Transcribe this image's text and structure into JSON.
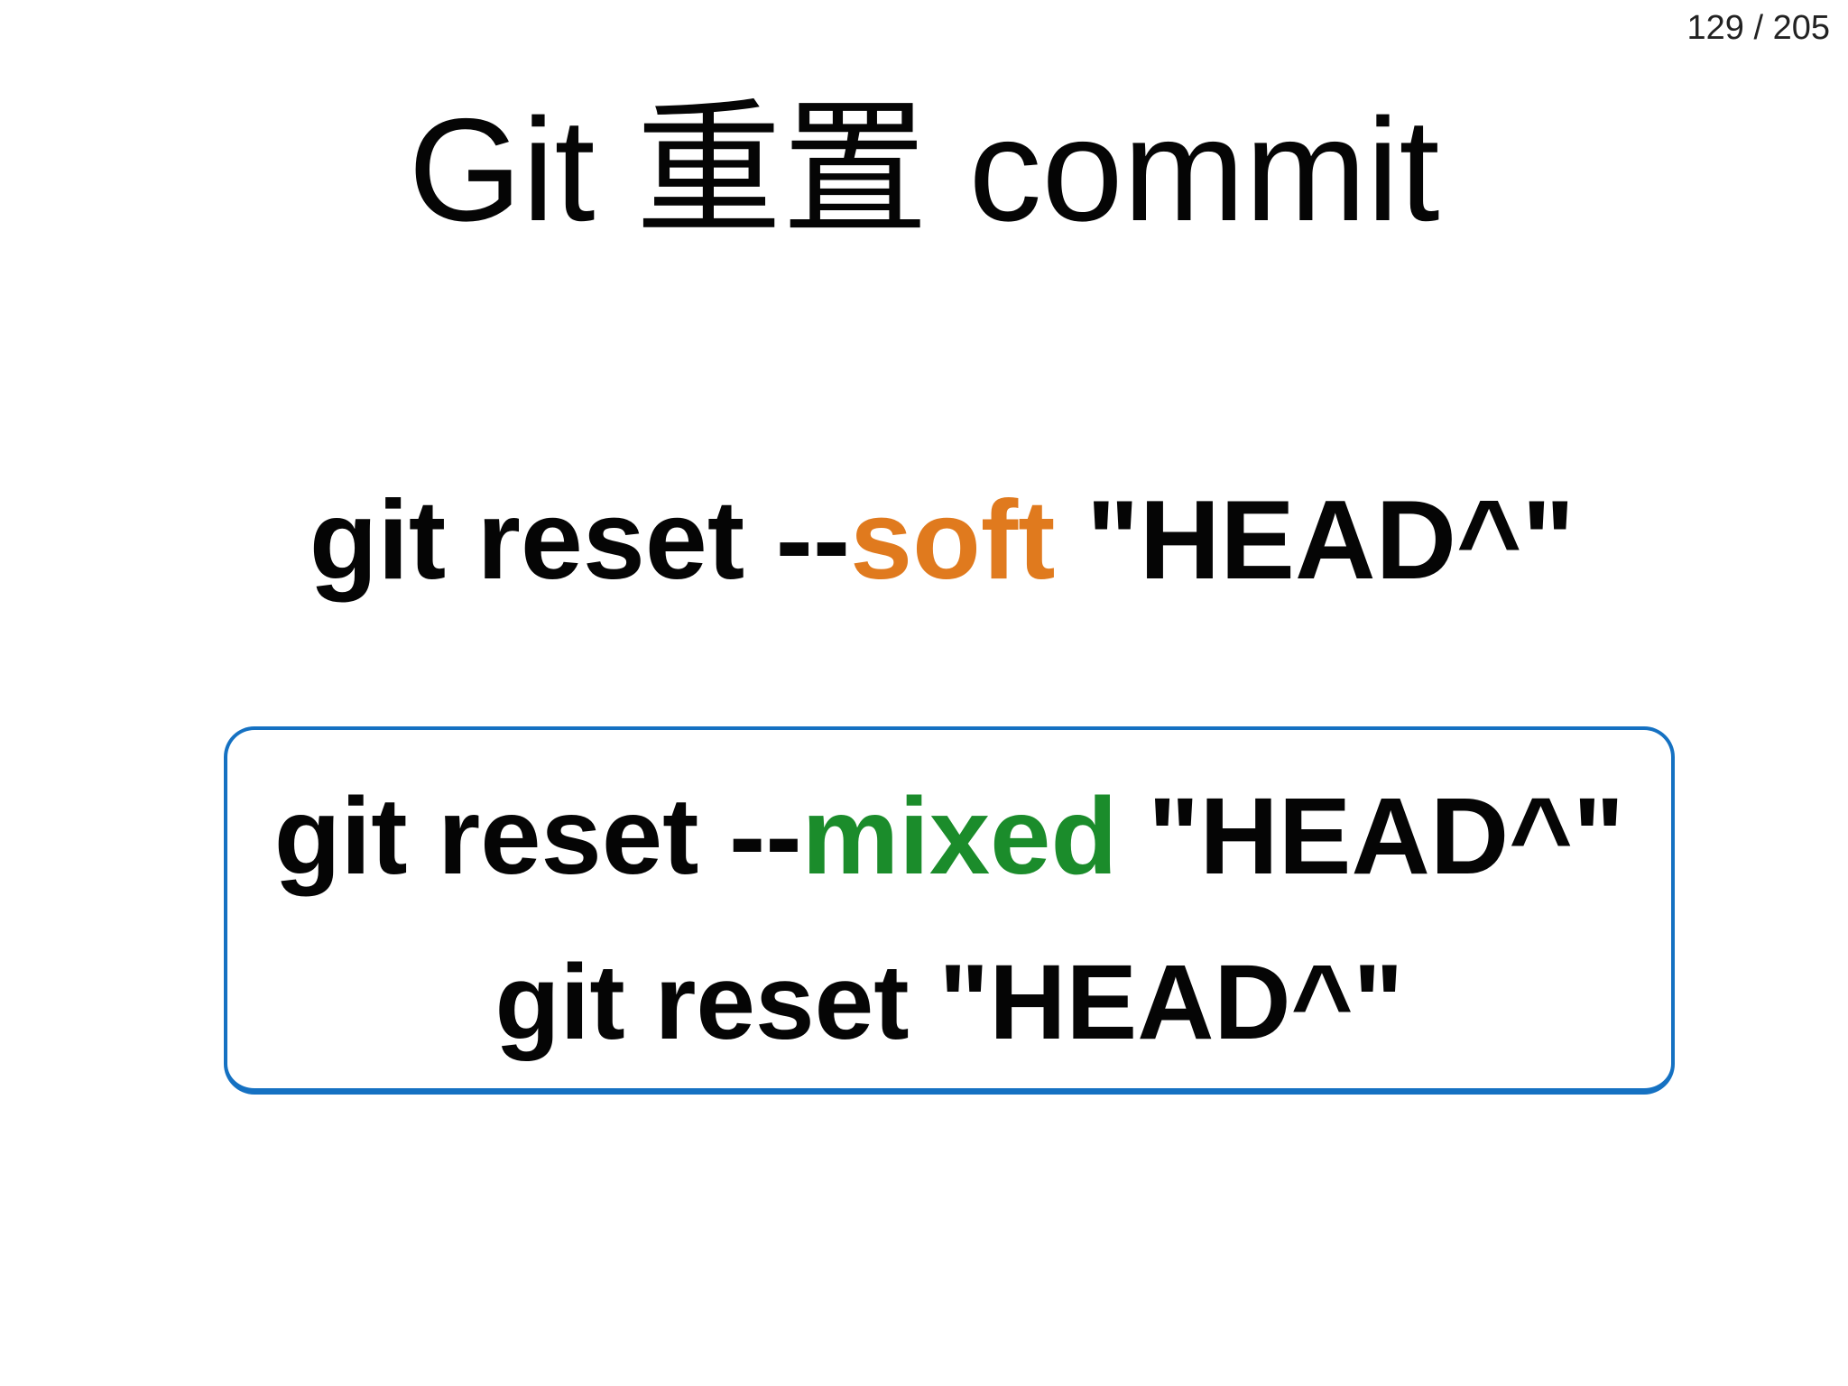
{
  "page_indicator": "129 / 205",
  "title": "Git 重置 commit",
  "commands": {
    "soft": {
      "prefix": "git reset --",
      "flag": "soft",
      "suffix": " \"HEAD^\""
    },
    "mixed": {
      "prefix": "git reset --",
      "flag": "mixed",
      "suffix": " \"HEAD^\""
    },
    "default_cmd": "git reset \"HEAD^\""
  },
  "colors": {
    "flag-soft": "#E07A1E",
    "flag-mixed": "#1B8C2B",
    "box-border": "#1571C2",
    "text": "#050505",
    "page-number": "#222222"
  }
}
